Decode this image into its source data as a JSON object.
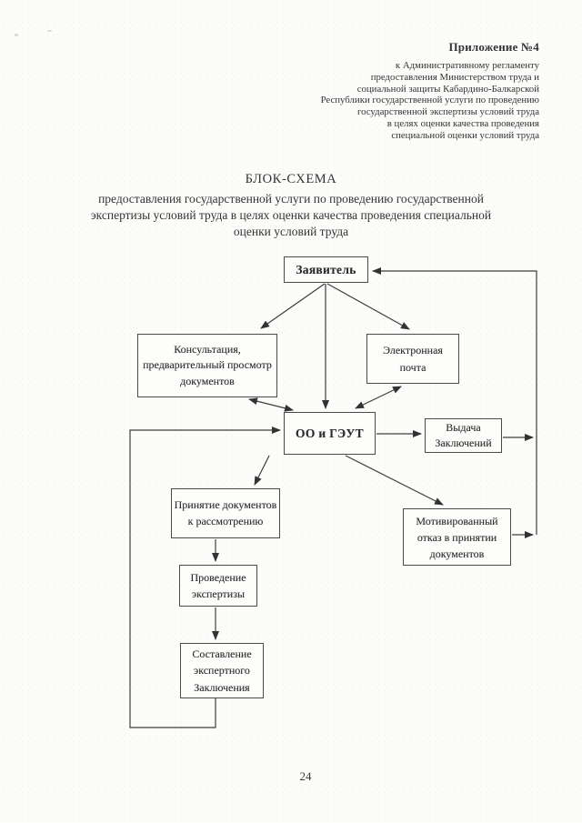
{
  "header": {
    "appendix_label": "Приложение №4",
    "lines": [
      "к Административному регламенту",
      "предоставления Министерством труда и",
      "социальной защиты Кабардино-Балкарской",
      "Республики государственной услуги по проведению",
      "государственной экспертизы условий труда",
      "в целях оценки качества проведения",
      "специальной оценки условий труда"
    ]
  },
  "title": {
    "heading": "БЛОК-СХЕМА",
    "lines": [
      "предоставления государственной услуги по проведению государственной",
      "экспертизы условий труда в целях оценки качества проведения специальной",
      "оценки условий труда"
    ]
  },
  "flowchart": {
    "nodes": {
      "zayavitel": "Заявитель",
      "konsultaciya": "Консультация, предварительный просмотр документов",
      "email": "Электронная почта",
      "oo_geut": "ОО и ГЭУТ",
      "vydacha": "Выдача Заключений",
      "otkaz": "Мотивированный отказ в принятии документов",
      "prinyatie": "Принятие документов к рассмотрению",
      "provedenie": "Проведение экспертизы",
      "sostavlenie": "Составление экспертного Заключения"
    }
  },
  "footer": {
    "page_number": "24"
  },
  "colors": {
    "page_background": "#fcfcfb",
    "ink": "#2e2e2e",
    "connector_line": "#3e3e3e",
    "box_border": "#4a4a4a"
  }
}
